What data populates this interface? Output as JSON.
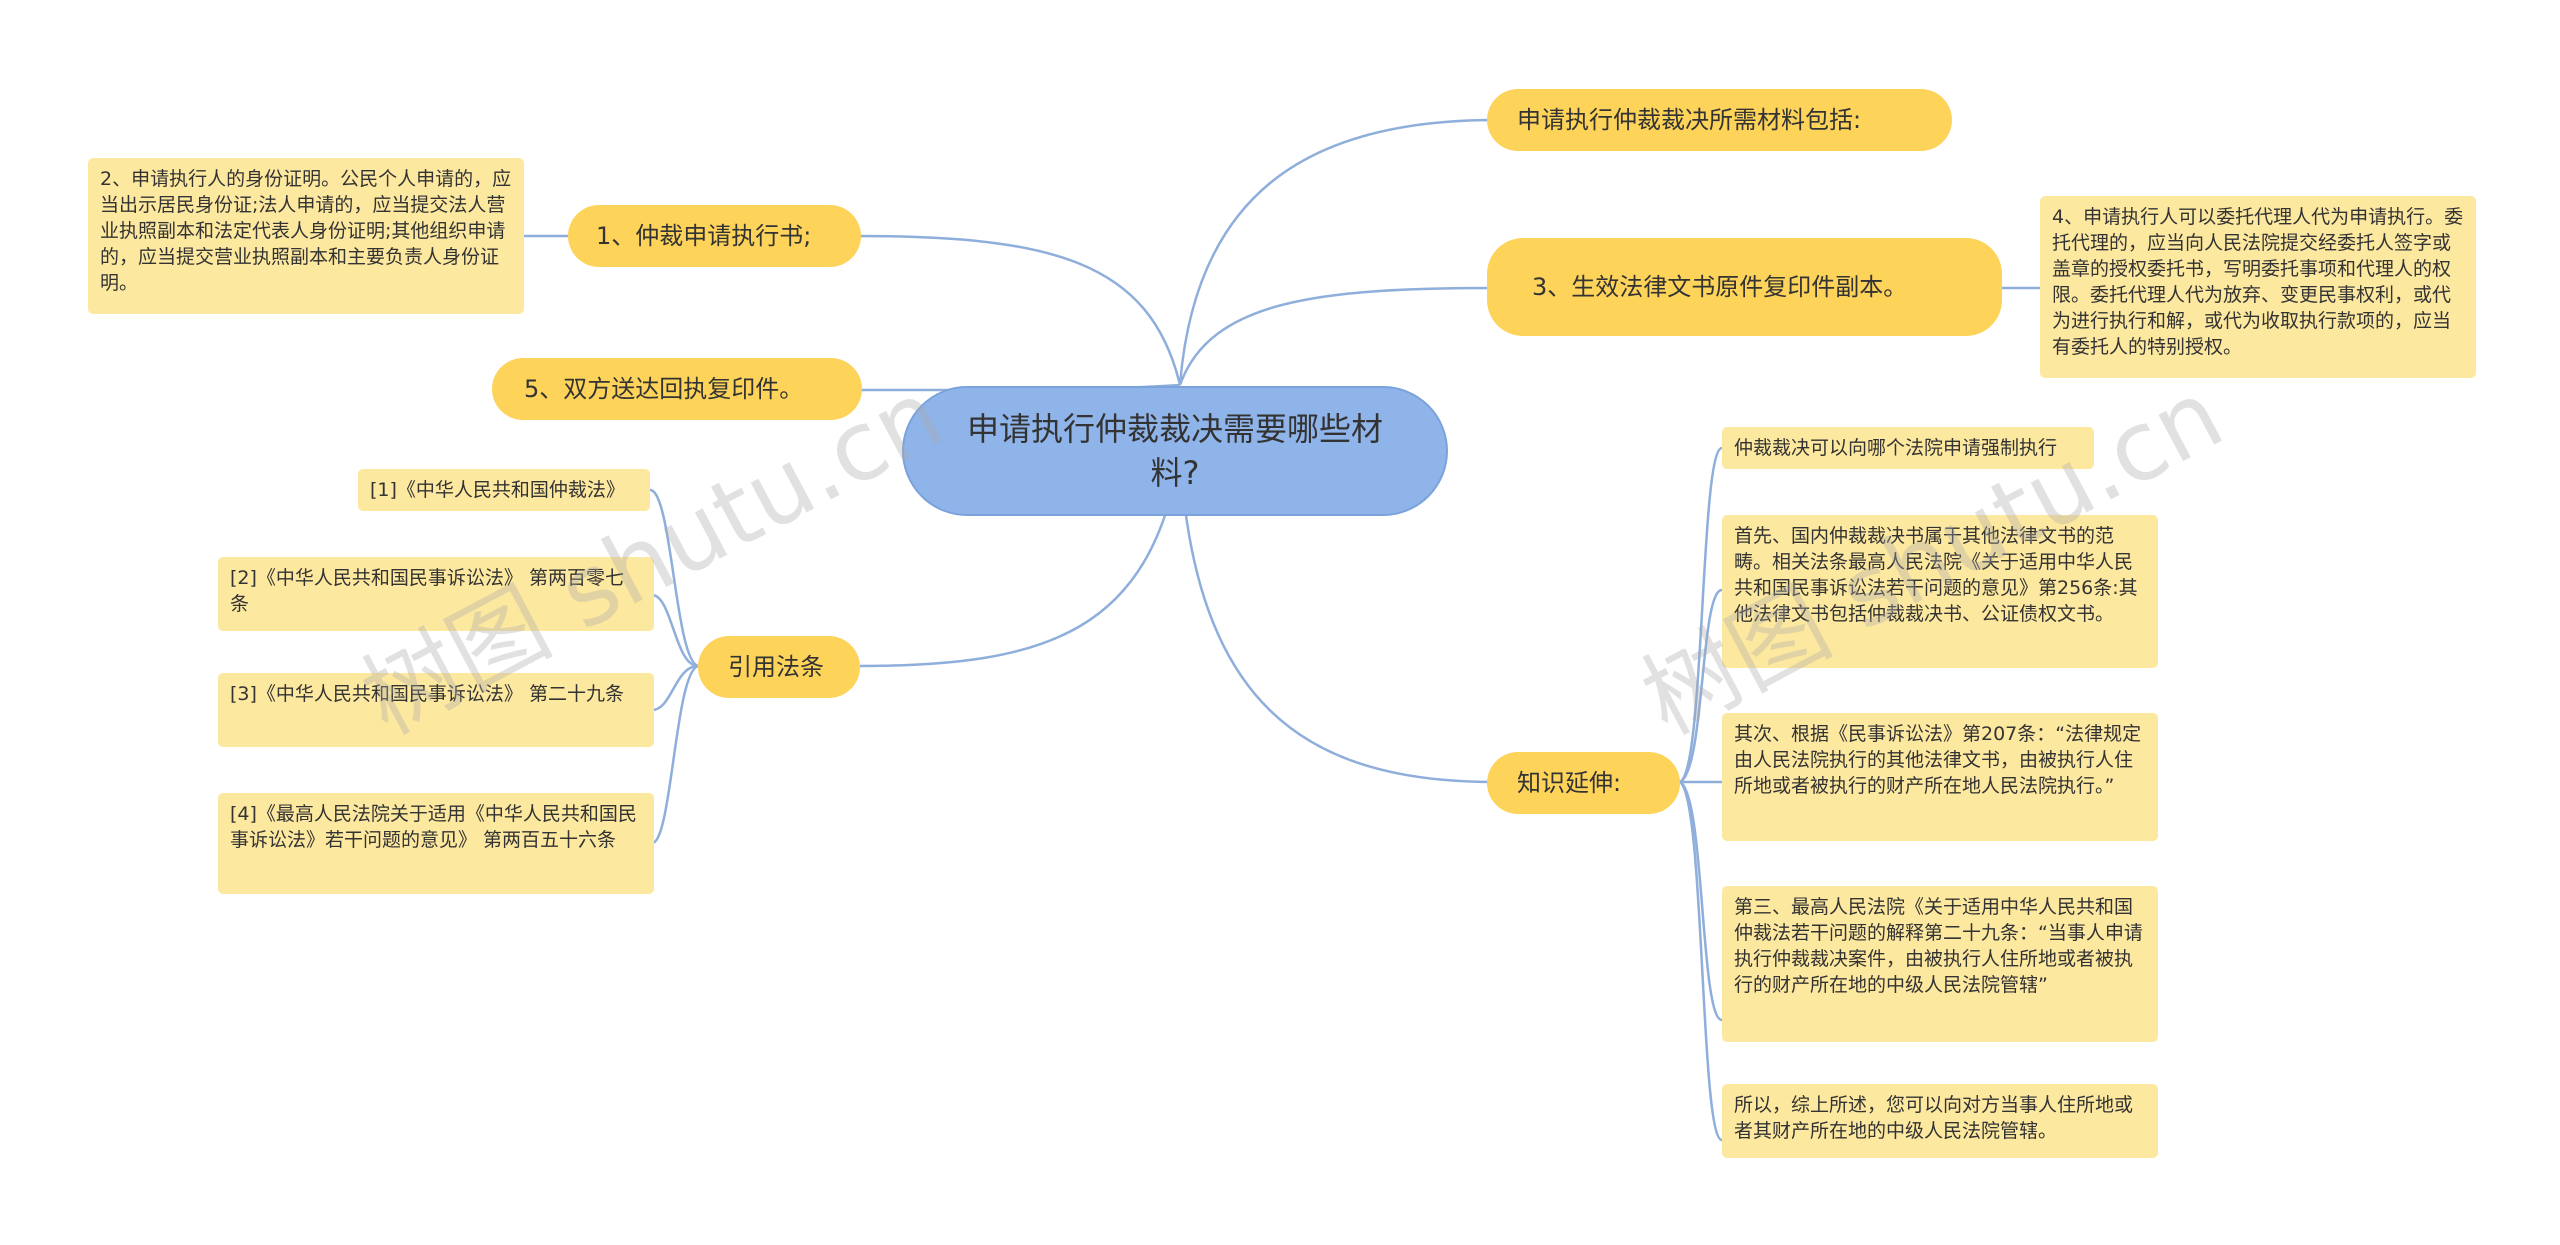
{
  "root": "申请执行仲裁裁决需要哪些材料?",
  "branches": {
    "materials_intro": "申请执行仲裁裁决所需材料包括:",
    "item1": "1、仲裁申请执行书;",
    "item3": "3、生效法律文书原件复印件副本。",
    "item5": "5、双方送达回执复印件。",
    "citations": "引用法条",
    "knowledge": "知识延伸:"
  },
  "leaves": {
    "item2": "2、申请执行人的身份证明。公民个人申请的，应当出示居民身份证;法人申请的，应当提交法人营业执照副本和法定代表人身份证明;其他组织申请的，应当提交营业执照副本和主要负责人身份证明。",
    "item4": "4、申请执行人可以委托代理人代为申请执行。委托代理的，应当向人民法院提交经委托人签字或盖章的授权委托书，写明委托事项和代理人的权限。委托代理人代为放弃、变更民事权利，或代为进行执行和解，或代为收取执行款项的，应当有委托人的特别授权。",
    "cite1": "[1]《中华人民共和国仲裁法》",
    "cite2": "[2]《中华人民共和国民事诉讼法》 第两百零七条",
    "cite3": "[3]《中华人民共和国民事诉讼法》 第二十九条",
    "cite4": "[4]《最高人民法院关于适用《中华人民共和国民事诉讼法》若干问题的意见》 第两百五十六条",
    "know1": "仲裁裁决可以向哪个法院申请强制执行",
    "know2": "首先、国内仲裁裁决书属于其他法律文书的范畴。相关法条最高人民法院《关于适用中华人民共和国民事诉讼法若干问题的意见》第256条:其他法律文书包括仲裁裁决书、公证债权文书。",
    "know3": "其次、根据《民事诉讼法》第207条：“法律规定由人民法院执行的其他法律文书，由被执行人住所地或者被执行的财产所在地人民法院执行。”",
    "know4": "第三、最高人民法院《关于适用中华人民共和国仲裁法若干问题的解释第二十九条：“当事人申请执行仲裁裁决案件，由被执行人住所地或者被执行的财产所在地的中级人民法院管辖”",
    "know5": "所以，综上所述，您可以向对方当事人住所地或者其财产所在地的中级人民法院管辖。"
  },
  "watermarks": [
    "树图 shutu.cn",
    "树图 shutu.cn"
  ],
  "colors": {
    "root_fill": "#8fb4ea",
    "branch_fill": "#fdd35a",
    "leaf_fill": "#fde8a0",
    "link": "#8eaedb"
  }
}
